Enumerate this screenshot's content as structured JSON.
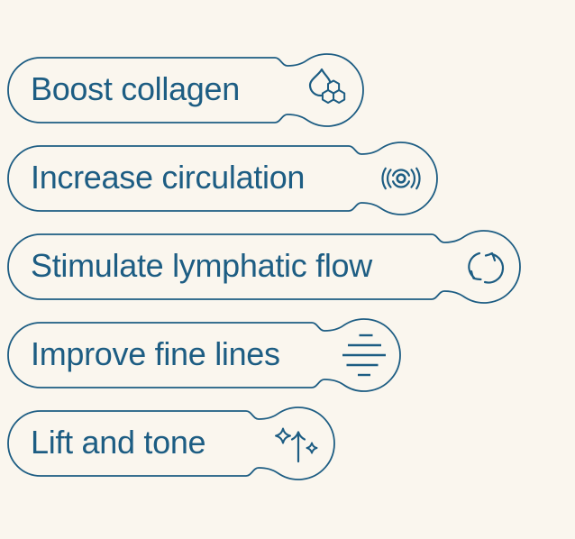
{
  "page": {
    "background_color": "#faf6ee",
    "accent_color": "#1d5d83",
    "description": "List of five outlined benefit badges with icons"
  },
  "benefits": [
    {
      "label": "Boost collagen",
      "icon": "collagen-molecule-icon"
    },
    {
      "label": "Increase circulation",
      "icon": "circulation-ripple-icon"
    },
    {
      "label": "Stimulate lymphatic flow",
      "icon": "lymphatic-cycle-icon"
    },
    {
      "label": "Improve fine lines",
      "icon": "fine-lines-icon"
    },
    {
      "label": "Lift and tone",
      "icon": "lift-sparkle-icon"
    }
  ]
}
